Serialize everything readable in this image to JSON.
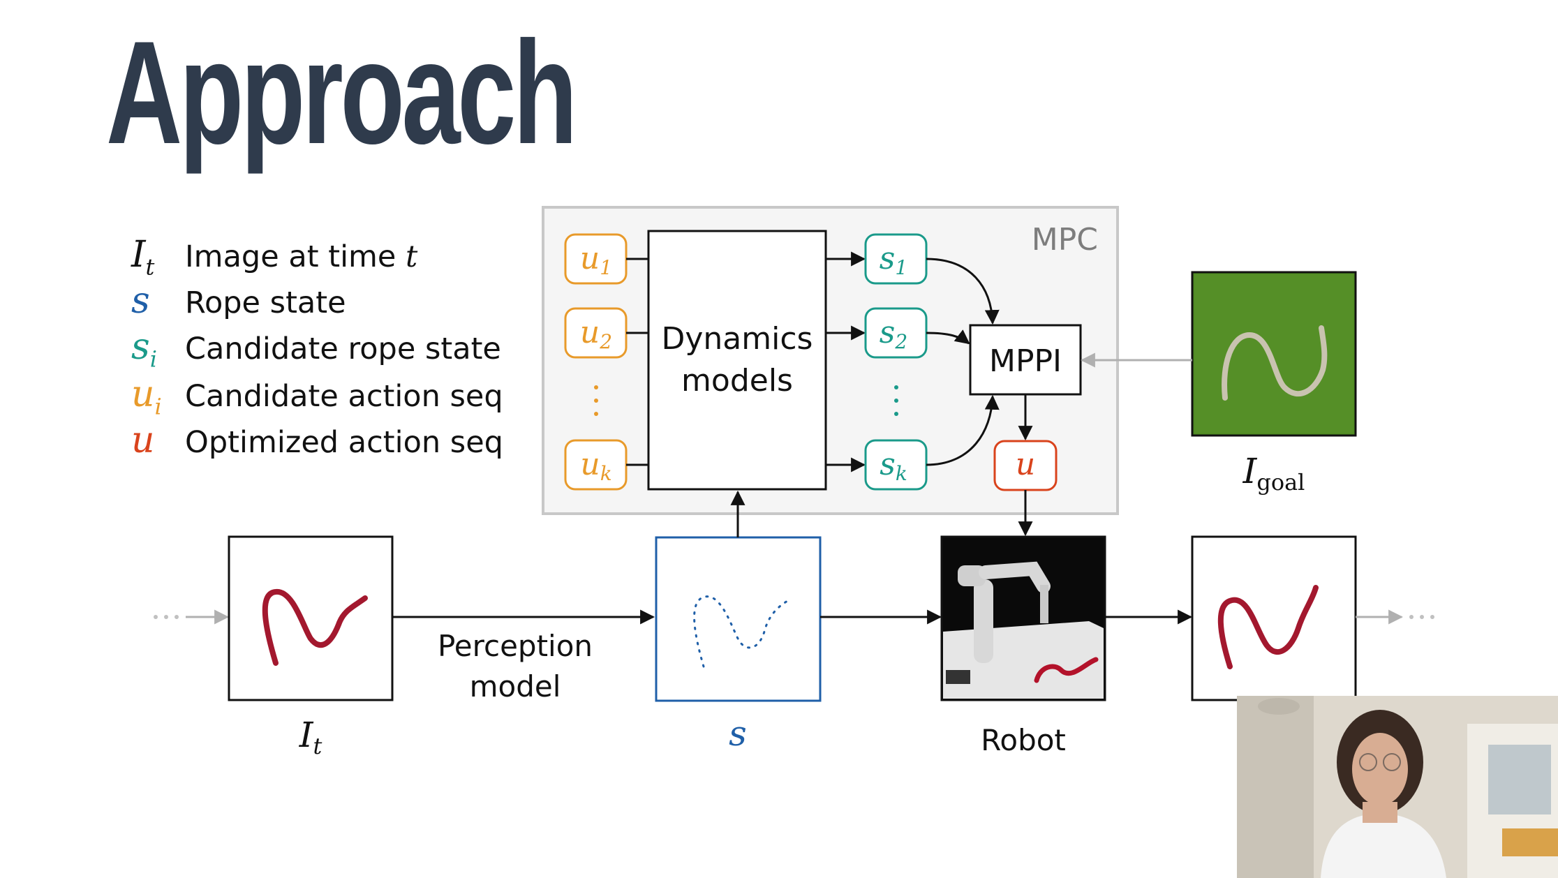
{
  "slide": {
    "title": "Approach"
  },
  "legend": [
    {
      "symbol": "I",
      "sub": "t",
      "text": "Image at time ",
      "text_var": "t",
      "color": "#111111"
    },
    {
      "symbol": "s",
      "sub": "",
      "text": "Rope state",
      "text_var": "",
      "color": "#1f5fa8"
    },
    {
      "symbol": "s",
      "sub": "i",
      "text": "Candidate rope state",
      "text_var": "",
      "color": "#1a9a8a"
    },
    {
      "symbol": "u",
      "sub": "i",
      "text": "Candidate action seq",
      "text_var": "",
      "color": "#e89a2a"
    },
    {
      "symbol": "u",
      "sub": "",
      "text": "Optimized action seq",
      "text_var": "",
      "color": "#d9431c"
    }
  ],
  "mpc": {
    "label": "MPC",
    "dynamics_label_line1": "Dynamics",
    "dynamics_label_line2": "models",
    "mppi_label": "MPPI",
    "actions": [
      {
        "base": "u",
        "sub": "1"
      },
      {
        "base": "u",
        "sub": "2"
      },
      {
        "base": "u",
        "sub": "k"
      }
    ],
    "states": [
      {
        "base": "s",
        "sub": "1"
      },
      {
        "base": "s",
        "sub": "2"
      },
      {
        "base": "s",
        "sub": "k"
      }
    ],
    "output": {
      "base": "u"
    }
  },
  "pipeline": {
    "perception_line1": "Perception",
    "perception_line2": "model",
    "image_label": {
      "base": "I",
      "sub": "t"
    },
    "state_label": {
      "base": "s"
    },
    "robot_label": "Robot",
    "goal_label": {
      "base": "I",
      "sub": "goal"
    }
  },
  "colors": {
    "title": "#2f3b4c",
    "action_orange": "#e89a2a",
    "state_teal": "#1a9a8a",
    "state_blue": "#1f5fa8",
    "output_red": "#d9431c",
    "rope_red": "#a3182e",
    "goal_green": "#4e8a22"
  },
  "icons": {
    "presenter": "presenter-video-thumbnail",
    "robot": "robot-arm-photo",
    "goal": "goal-rope-photo"
  }
}
